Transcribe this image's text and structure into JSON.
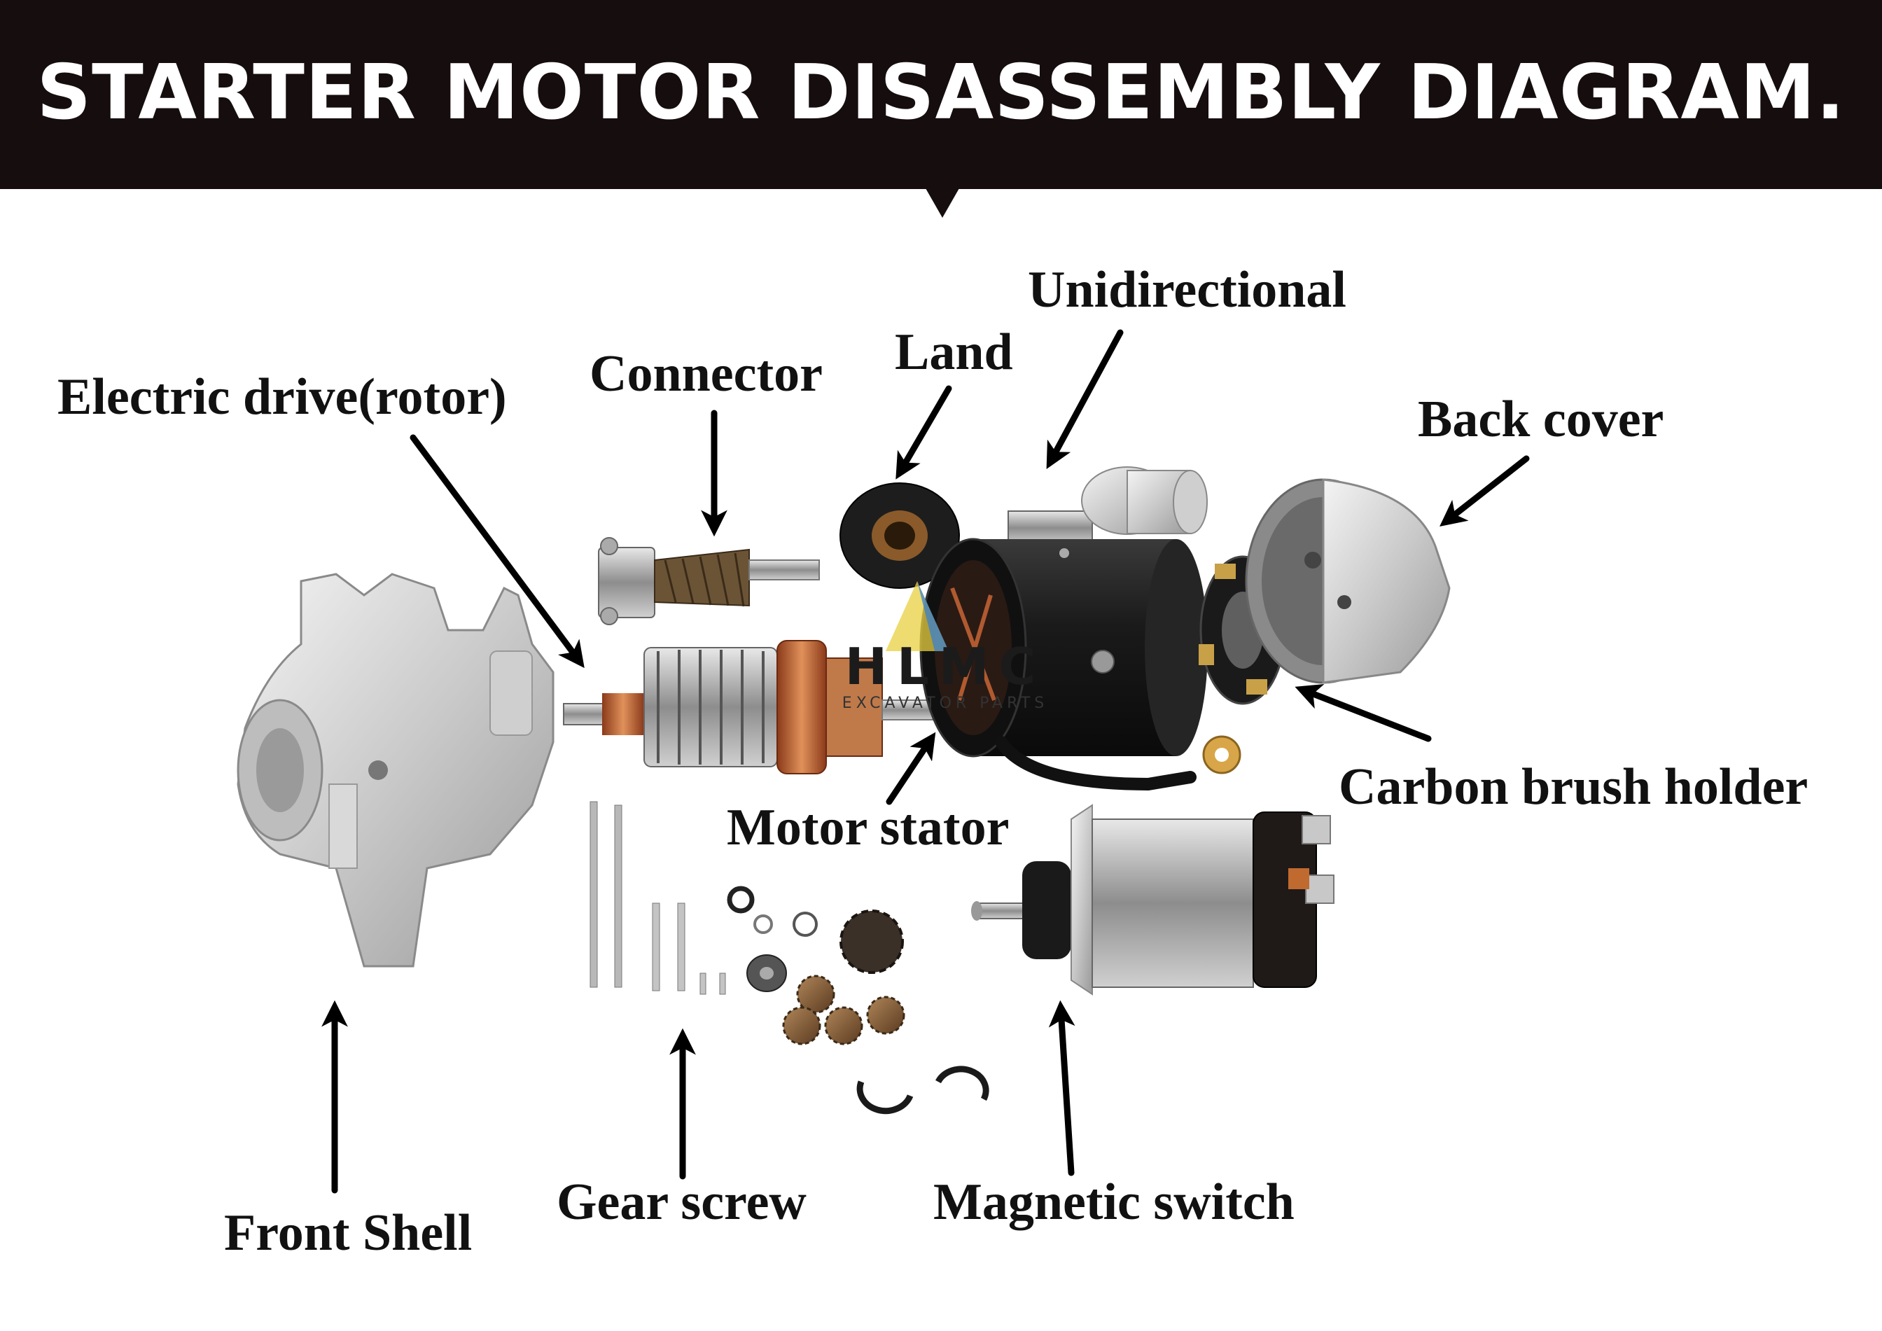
{
  "title": "STARTER MOTOR DISASSEMBLY DIAGRAM.",
  "labels": {
    "electric_drive": "Electric drive(rotor)",
    "connector": "Connector",
    "land": "Land",
    "unidirectional": "Unidirectional",
    "back_cover": "Back cover",
    "carbon_brush_holder": "Carbon brush holder",
    "motor_stator": "Motor stator",
    "front_shell": "Front Shell",
    "gear_screw": "Gear screw",
    "magnetic_switch": "Magnetic switch"
  },
  "watermark": {
    "brand": "HLMC",
    "subtitle": "EXCAVATOR PARTS"
  },
  "colors": {
    "header_bg": "#160d0e",
    "title_text": "#ffffff",
    "label_text": "#111111",
    "arrow": "#000000"
  }
}
